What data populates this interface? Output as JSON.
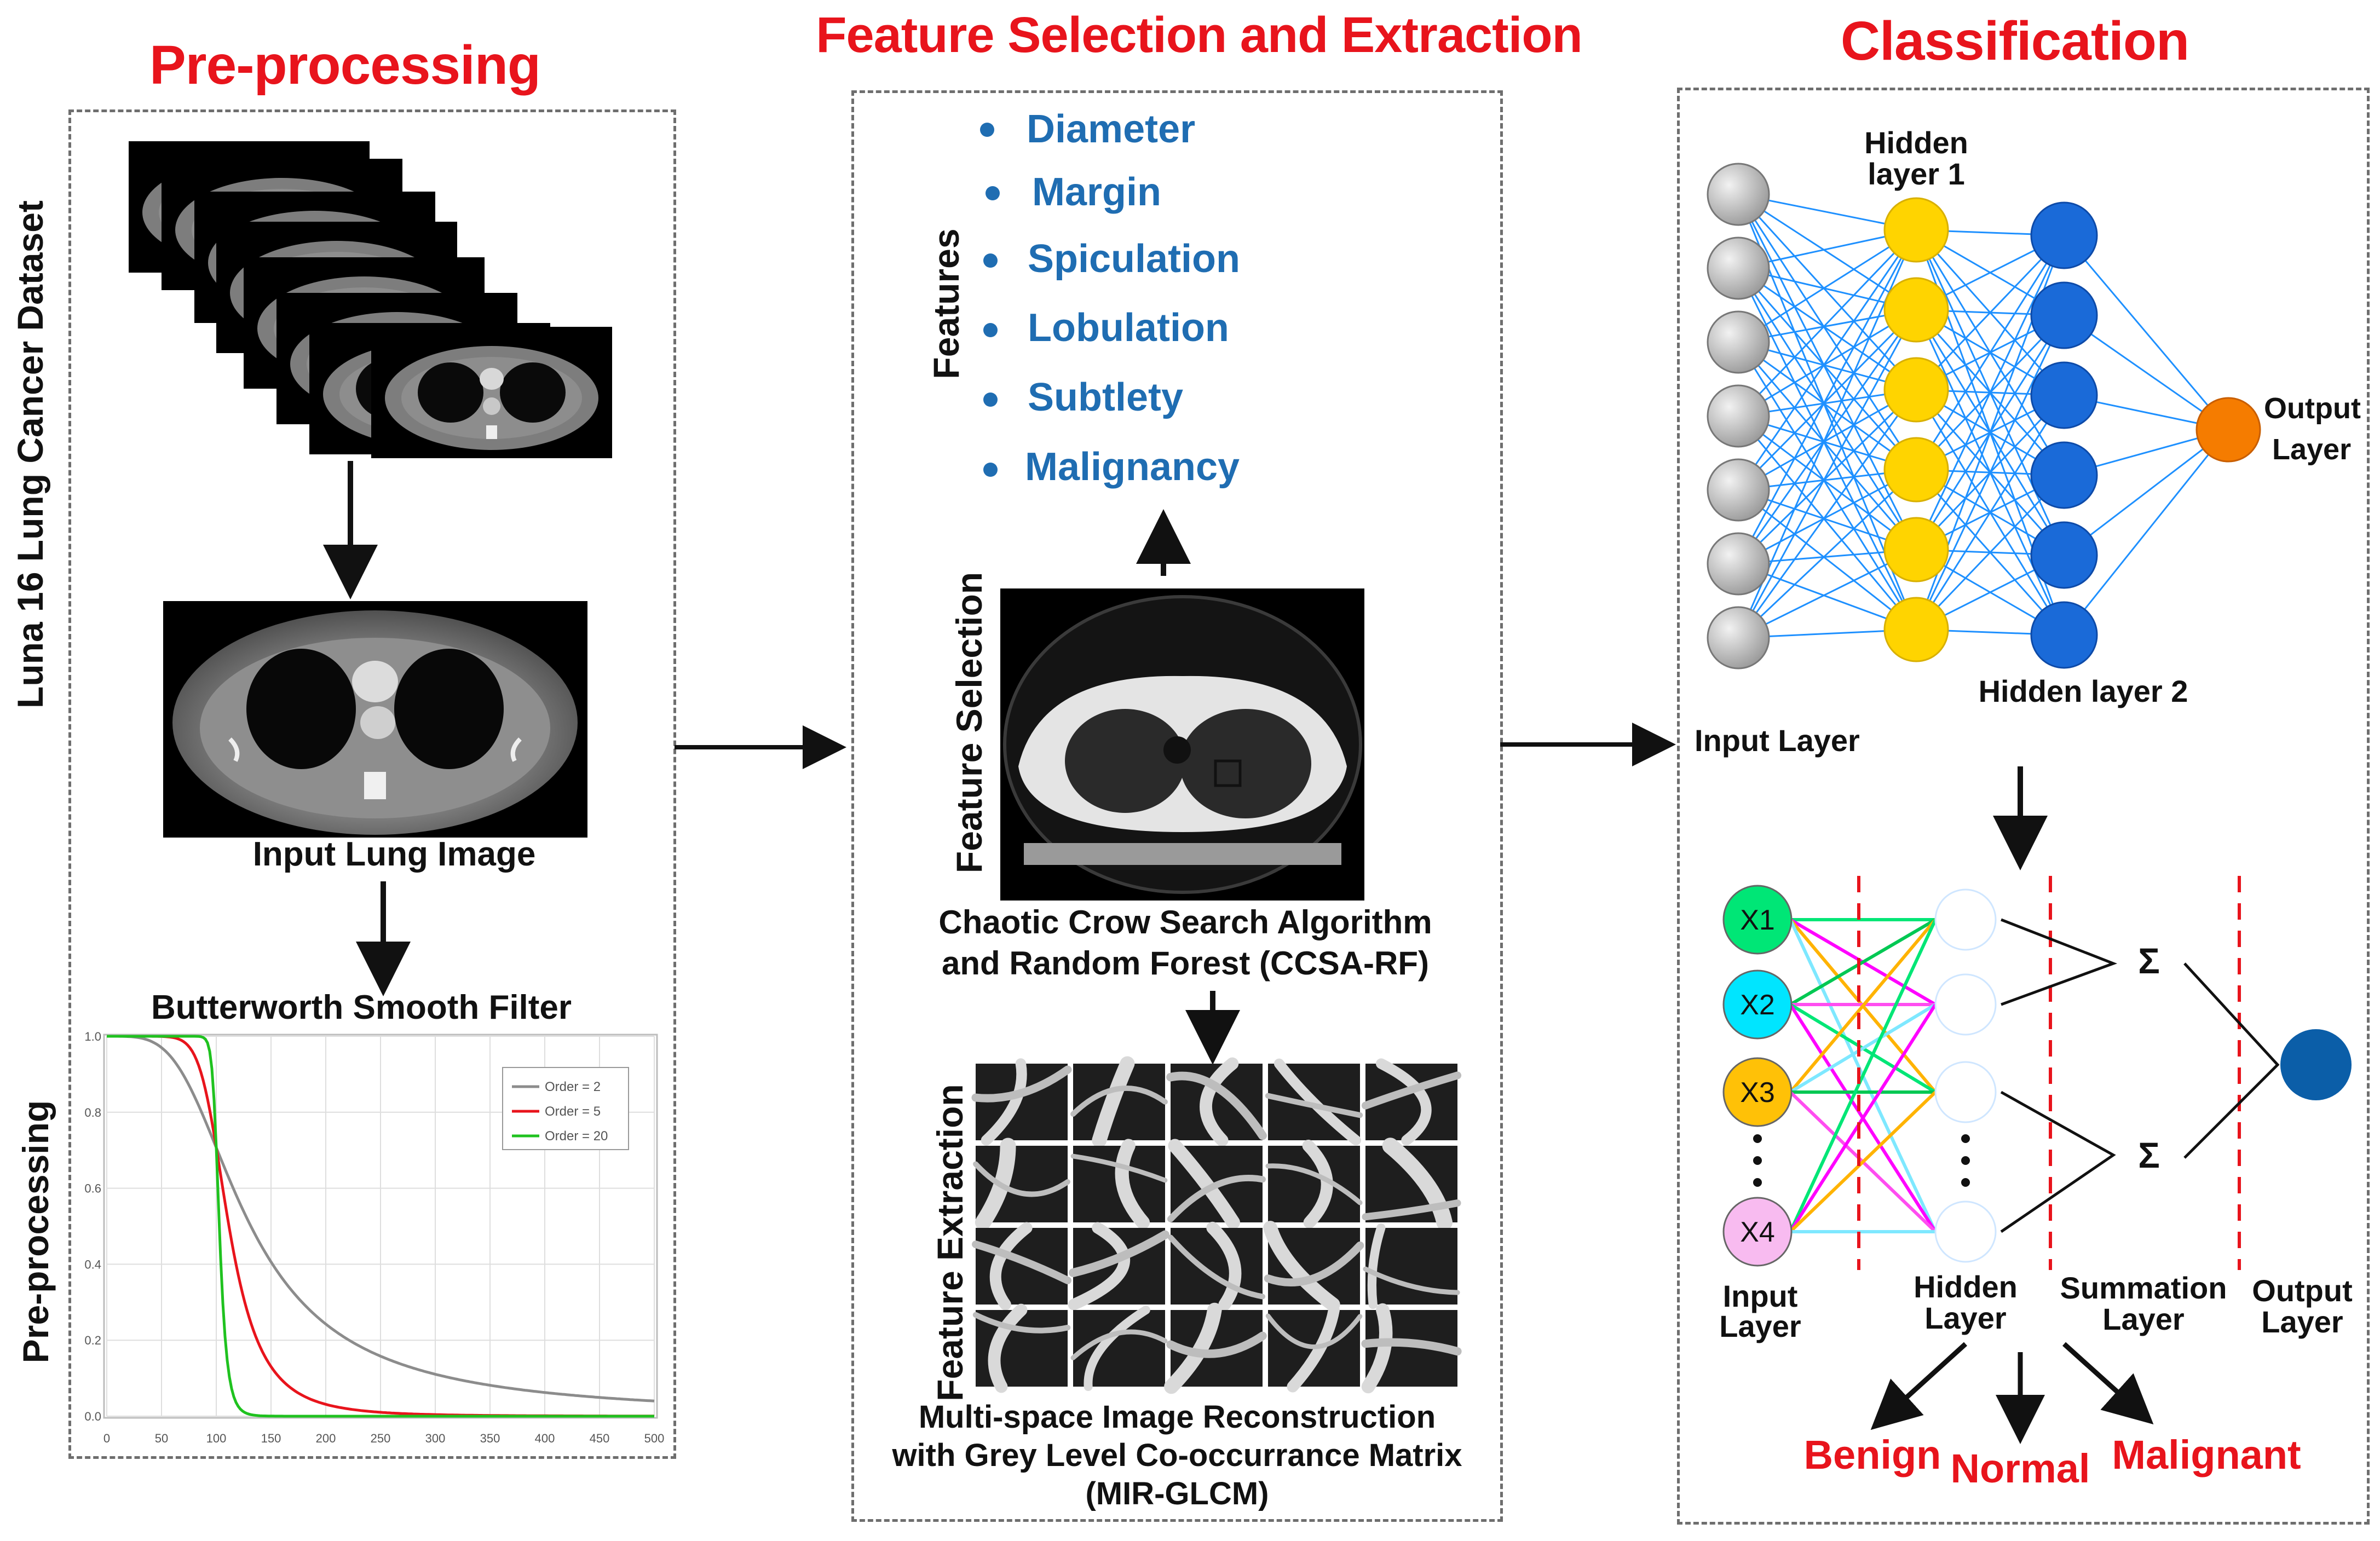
{
  "sections": {
    "preprocessing": "Pre-processing",
    "features": "Feature Selection and Extraction",
    "classification": "Classification"
  },
  "left": {
    "dataset_label": "Luna 16 Lung Cancer Dataset",
    "input_label": "Input Lung Image",
    "filter_label": "Butterworth Smooth Filter",
    "side_label": "Pre-processing"
  },
  "middle": {
    "features_label": "Features",
    "features": [
      "Diameter",
      "Margin",
      "Spiculation",
      "Lobulation",
      "Subtlety",
      "Malignancy"
    ],
    "selection_label": "Feature Selection",
    "selection_caption_1": "Chaotic Crow Search Algorithm",
    "selection_caption_2": "and Random Forest (CCSA-RF)",
    "extraction_label": "Feature Extraction",
    "extraction_caption_1": "Multi-space Image Reconstruction",
    "extraction_caption_2": "with Grey Level Co-occurrance Matrix",
    "extraction_caption_3": "(MIR-GLCM)"
  },
  "right": {
    "hidden1_1": "Hidden",
    "hidden1_2": "layer 1",
    "hidden2": "Hidden layer 2",
    "input_layer": "Input Layer",
    "output_1": "Output",
    "output_2": "Layer",
    "pnn_inputs": [
      "X1",
      "X2",
      "X3",
      "X4"
    ],
    "pnn_input_1": "Input",
    "pnn_input_2": "Layer",
    "pnn_hidden_1": "Hidden",
    "pnn_hidden_2": "Layer",
    "pnn_sum_1": "Summation",
    "pnn_sum_2": "Layer",
    "pnn_out_1": "Output",
    "pnn_out_2": "Layer",
    "sigma": "Σ",
    "classes": [
      "Benign",
      "Normal",
      "Malignant"
    ]
  },
  "chart_data": {
    "type": "line",
    "title": "",
    "xlabel": "",
    "ylabel": "",
    "xlim": [
      0,
      500
    ],
    "ylim": [
      0,
      1.0
    ],
    "xticks": [
      "0",
      "50",
      "100",
      "150",
      "200",
      "250",
      "300",
      "350",
      "400",
      "450",
      "500"
    ],
    "yticks": [
      "0.0",
      "0.2",
      "0.4",
      "0.6",
      "0.8",
      "1.0"
    ],
    "cutoff": 100,
    "grid": true,
    "legend_position": "top-right",
    "series": [
      {
        "name": "Order = 2",
        "order": 2,
        "color": "#8c8c8c"
      },
      {
        "name": "Order = 5",
        "order": 5,
        "color": "#e8141c"
      },
      {
        "name": "Order = 20",
        "order": 20,
        "color": "#1fc21f"
      }
    ]
  }
}
